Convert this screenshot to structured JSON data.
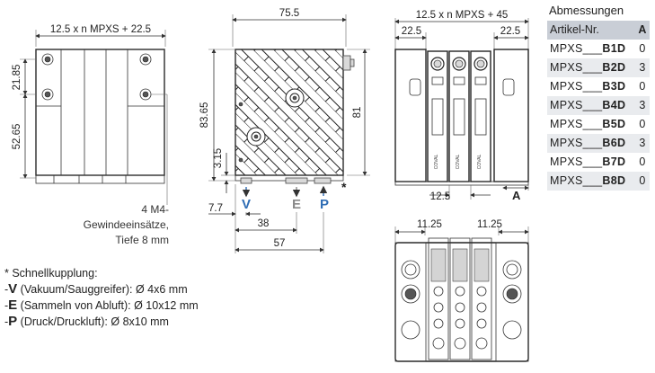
{
  "dimensions_table": {
    "title": "Abmessungen",
    "headers": {
      "article": "Artikel-Nr.",
      "a": "A"
    },
    "rows": [
      {
        "prefix": "MPXS___",
        "suffix": "B1D",
        "a": "0"
      },
      {
        "prefix": "MPXS___",
        "suffix": "B2D",
        "a": "3"
      },
      {
        "prefix": "MPXS___",
        "suffix": "B3D",
        "a": "0"
      },
      {
        "prefix": "MPXS___",
        "suffix": "B4D",
        "a": "3"
      },
      {
        "prefix": "MPXS___",
        "suffix": "B5D",
        "a": "0"
      },
      {
        "prefix": "MPXS___",
        "suffix": "B6D",
        "a": "3"
      },
      {
        "prefix": "MPXS___",
        "suffix": "B7D",
        "a": "0"
      },
      {
        "prefix": "MPXS___",
        "suffix": "B8D",
        "a": "0"
      }
    ]
  },
  "drawing": {
    "left_view": {
      "width_label": "12.5 x n MPXS + 22.5",
      "dim_top": "21.85",
      "dim_bottom": "52.65"
    },
    "threads_note": "4 M4-Gewindeeinsätze, Tiefe 8 mm",
    "side_view": {
      "width": "75.5",
      "height_outer": "83.65",
      "height_inner": "81",
      "dim_small": "3.15",
      "dim_7_7": "7.7",
      "dim_38": "38",
      "dim_57": "57",
      "port_v": "V",
      "port_e": "E",
      "port_p": "P",
      "asterisk": "*"
    },
    "front_view": {
      "width_label": "12.5 x n MPXS + 45",
      "left_margin": "22.5",
      "right_margin": "22.5",
      "module_pitch": "12.5",
      "label_a": "A",
      "brand": "COVAL"
    },
    "bottom_view": {
      "left_offset": "11.25",
      "right_offset": "11.25"
    }
  },
  "legend": {
    "header": "* Schnellkupplung:",
    "items": [
      {
        "letter": "V",
        "text": "(Vakuum/Sauggreifer): Ø 4x6 mm"
      },
      {
        "letter": "E",
        "text": "(Sammeln von Abluft): Ø 10x12 mm"
      },
      {
        "letter": "P",
        "text": "(Druck/Druckluft): Ø 8x10 mm"
      }
    ]
  },
  "colors": {
    "port_blue": "#2f6db5",
    "port_gray": "#8a8a8a",
    "table_header": "#c9ced6"
  }
}
